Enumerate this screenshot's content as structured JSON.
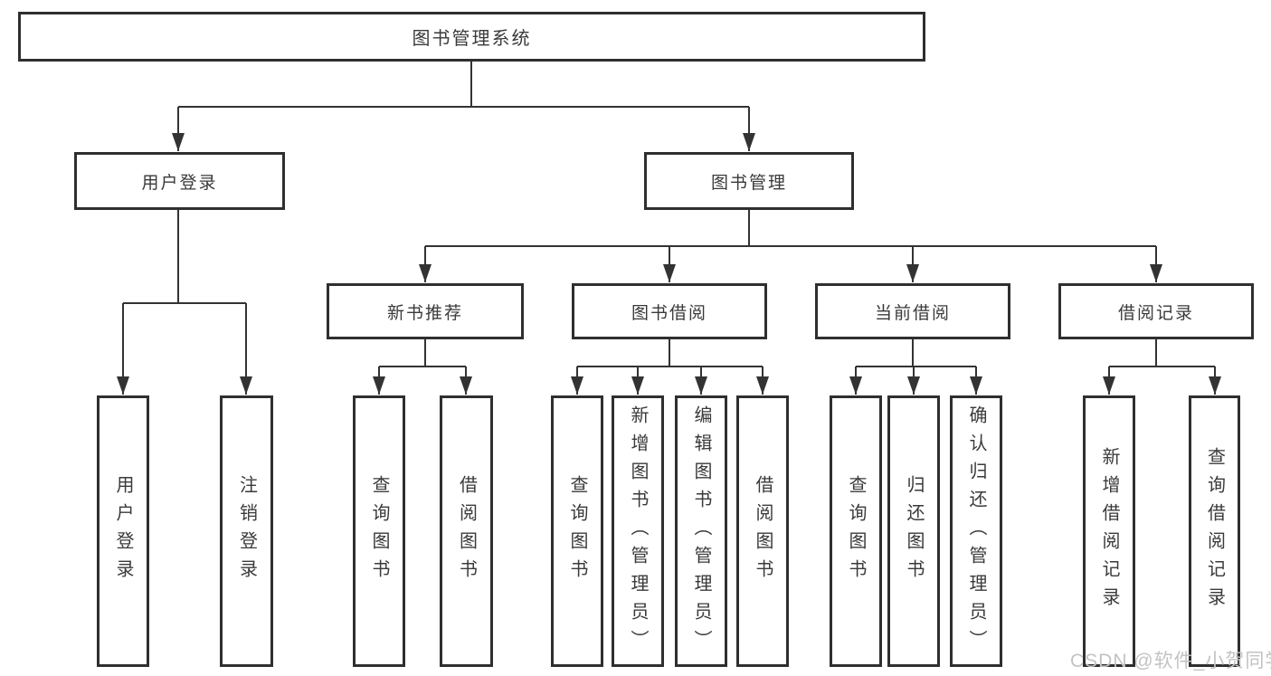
{
  "diagram": {
    "root": {
      "label": "图书管理系统"
    },
    "level2": [
      {
        "label": "用户登录"
      },
      {
        "label": "图书管理"
      }
    ],
    "level3": [
      {
        "label": "新书推荐"
      },
      {
        "label": "图书借阅"
      },
      {
        "label": "当前借阅"
      },
      {
        "label": "借阅记录"
      }
    ],
    "leaves": [
      {
        "label": "用户登录"
      },
      {
        "label": "注销登录"
      },
      {
        "label": "查询图书"
      },
      {
        "label": "借阅图书"
      },
      {
        "label": "查询图书"
      },
      {
        "label": "新增图书（管理员）"
      },
      {
        "label": "编辑图书（管理员）"
      },
      {
        "label": "借阅图书"
      },
      {
        "label": "查询图书"
      },
      {
        "label": "归还图书"
      },
      {
        "label": "确认归还（管理员）"
      },
      {
        "label": "新增借阅记录"
      },
      {
        "label": "查询借阅记录"
      }
    ]
  },
  "watermark": {
    "text": "CSDN @软件_小贺同学",
    "color": "#c3c3c3"
  },
  "colors": {
    "line": "#333333",
    "box_border": "#2f2f2f",
    "text": "#3a3a3a",
    "background": "#ffffff"
  }
}
